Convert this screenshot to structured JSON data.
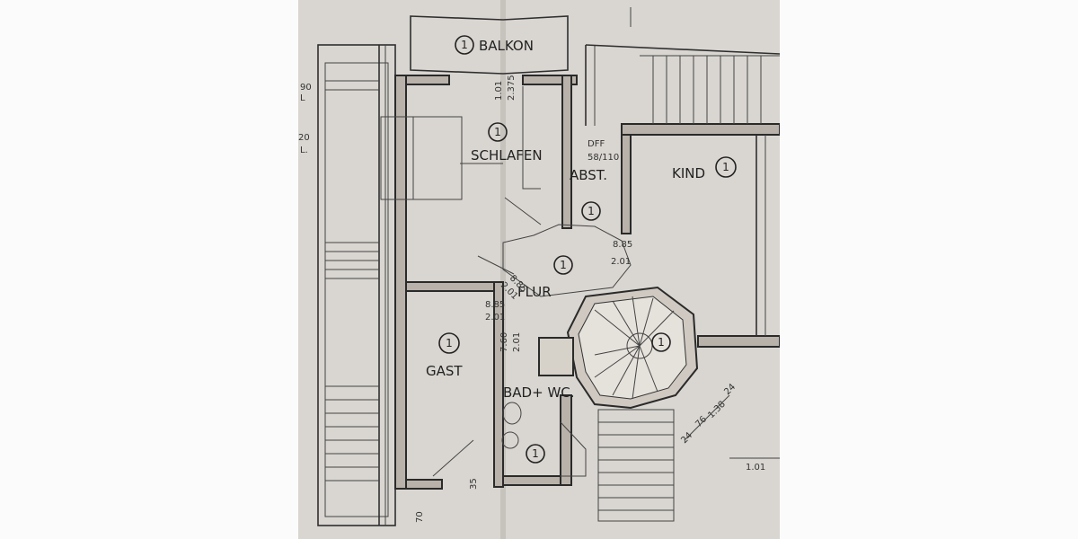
{
  "rooms": {
    "balkon": {
      "label": "BALKON",
      "marker": "1"
    },
    "schlafen": {
      "label": "SCHLAFEN",
      "marker": "1"
    },
    "abst": {
      "label": "ABST.",
      "marker": "1"
    },
    "kind": {
      "label": "KIND",
      "marker": "1"
    },
    "flur": {
      "label": "FLUR",
      "marker": "1"
    },
    "gast": {
      "label": "GAST",
      "marker": "1"
    },
    "bad": {
      "label": "BAD+ WC.",
      "marker": "1"
    },
    "stair": {
      "marker": "1"
    }
  },
  "dimensions": {
    "d90": "90",
    "d20": "20",
    "l1": "L",
    "l2": "L.",
    "door_balkon": "1.01",
    "door_balkon_h": "2.375",
    "dff": "DFF",
    "window": "58/110",
    "d885a": "8.85",
    "d201a": "2.01",
    "d885b": "8.85",
    "d201b": "2.01",
    "d885c": "8.85",
    "d201c": "2.01",
    "d760": "7.60",
    "d201d": "2.01",
    "d24a": "24",
    "d24b": "24",
    "d76": "76",
    "d138": "1.38",
    "d101": "1.01",
    "d35": "35",
    "d70": "70"
  }
}
